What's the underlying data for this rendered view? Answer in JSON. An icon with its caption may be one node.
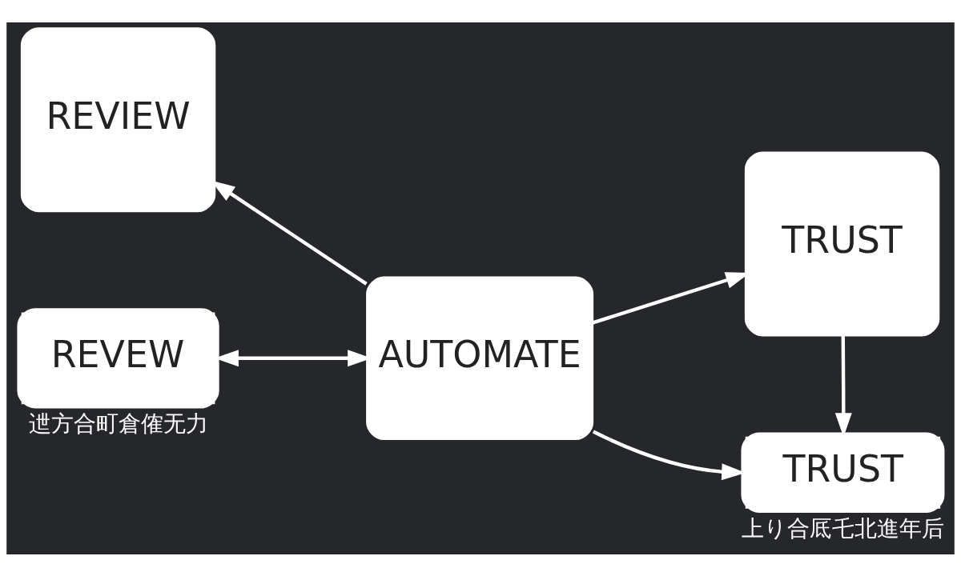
{
  "diagram": {
    "nodes": [
      {
        "text": [
          "REVIEW"
        ]
      },
      {
        "text": [
          "TRUST"
        ]
      },
      {
        "text": [
          "AUTOMATE"
        ]
      },
      {
        "text": [
          "REVEW"
        ],
        "beside": [
          "迣方合町倉傕无力"
        ]
      },
      {
        "text": [
          "TRUST"
        ],
        "beside": [
          "上り合厎乇北進年后"
        ]
      }
    ],
    "edges": [
      {
        "from": 2,
        "to": 0,
        "arrow": "to"
      },
      {
        "from": 3,
        "to": 2,
        "arrow": "both"
      },
      {
        "from": 2,
        "to": 1,
        "arrow": "to"
      },
      {
        "from": 1,
        "to": 4,
        "arrow": "to"
      },
      {
        "from": 2,
        "to": 4,
        "arrow": "to"
      }
    ]
  }
}
